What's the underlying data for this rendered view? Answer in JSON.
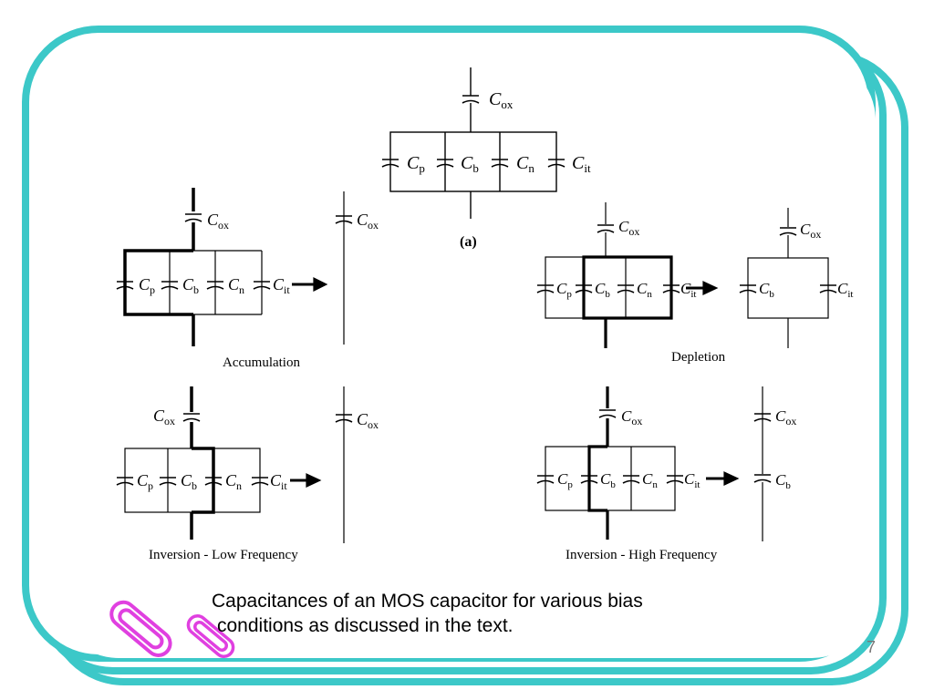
{
  "slide": {
    "caption_line1": "Capacitances of an MOS capacitor for various bias",
    "caption_line2": "conditions as discussed in the text.",
    "slide_number": "7"
  },
  "colors": {
    "frame_teal": "#3cc8c8",
    "paperclip_pink": "#e040e0",
    "ink": "#000000"
  },
  "icons": [
    "paperclip-icon",
    "paperclip-icon"
  ],
  "diagram": {
    "cap_ox": "C",
    "cap_ox_sub": "ox",
    "cap_p": "C",
    "cap_p_sub": "p",
    "cap_b": "C",
    "cap_b_sub": "b",
    "cap_n": "C",
    "cap_n_sub": "n",
    "cap_it": "C",
    "cap_it_sub": "it",
    "panel_a_label": "(a)",
    "accumulation_label": "Accumulation",
    "depletion_label": "Depletion",
    "inversion_low_label": "Inversion - Low Frequency",
    "inversion_high_label": "Inversion - High Frequency"
  }
}
